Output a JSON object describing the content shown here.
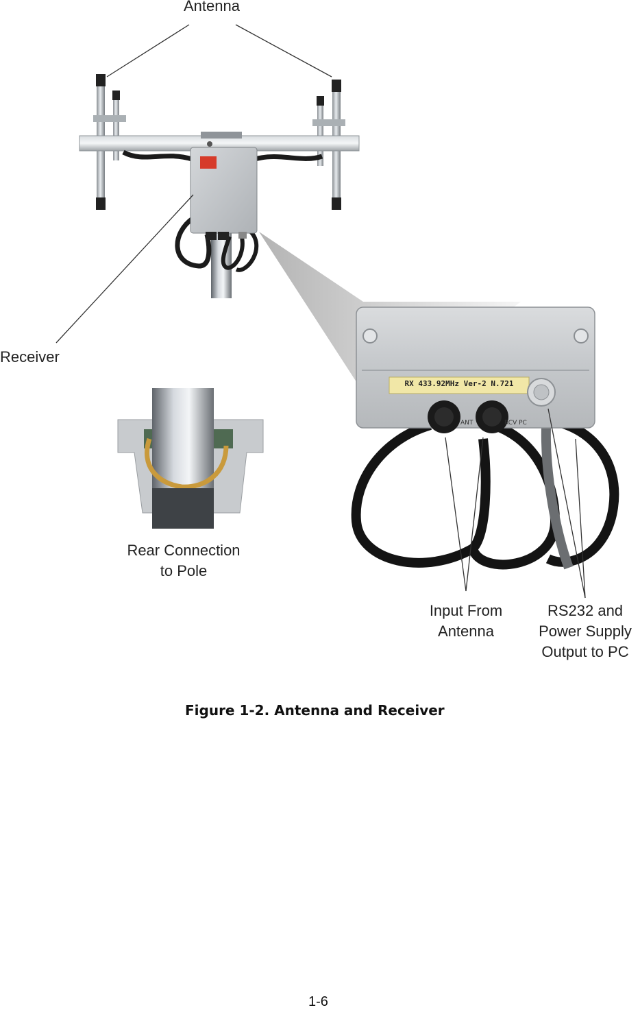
{
  "labels": {
    "antenna": "Antenna",
    "receiver": "Receiver",
    "rear_connection_line1": "Rear Connection",
    "rear_connection_line2": "to Pole",
    "input_line1": "Input From",
    "input_line2": "Antenna",
    "rs232_line1": "RS232 and",
    "rs232_line2": "Power Supply",
    "rs232_line3": "Output to PC"
  },
  "device_label": "RX 433.92MHz Ver-2 N.721",
  "port_labels": [
    "ANT",
    "RCV PC"
  ],
  "caption": "Figure 1-2.  Antenna and Receiver",
  "page_number": "1-6"
}
